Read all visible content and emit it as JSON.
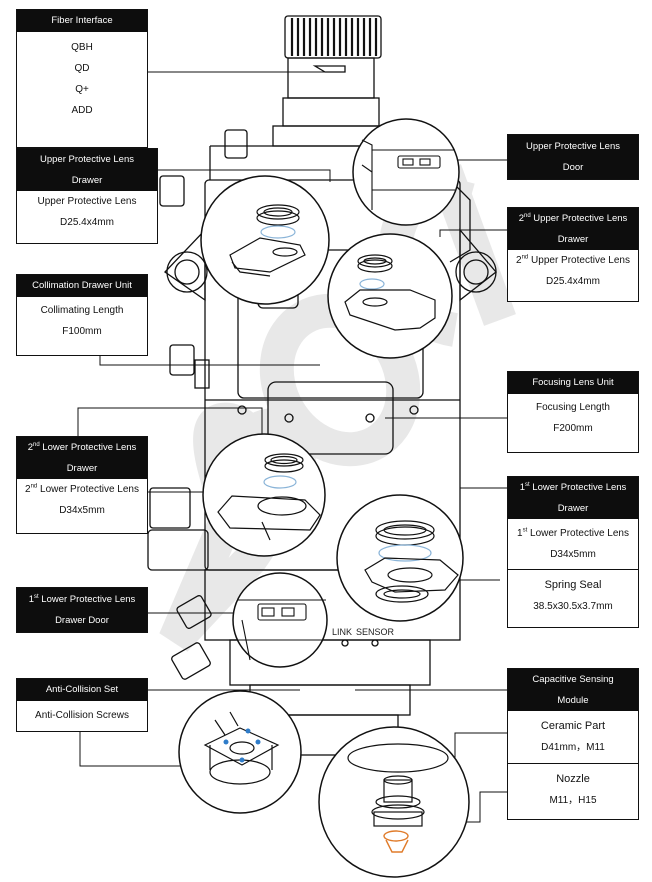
{
  "callouts": {
    "fiber_interface": {
      "title": "Fiber Interface",
      "items": [
        "QBH",
        "QD",
        "Q+",
        "ADD"
      ]
    },
    "upper_protective_lens_drawer": {
      "title_line1": "Upper Protective Lens",
      "title_line2": "Drawer",
      "lens_name": "Upper Protective Lens",
      "spec": "D25.4x4mm"
    },
    "upper_protective_lens_door": {
      "title_line1": "Upper Protective Lens",
      "title_line2": "Door"
    },
    "second_upper_protective_lens_drawer": {
      "ordinal_num": "2",
      "ordinal_suffix": "nd",
      "title_line1": " Upper Protective Lens",
      "title_line2": "Drawer",
      "lens_name": " Upper Protective Lens",
      "spec": "D25.4x4mm"
    },
    "collimation_drawer_unit": {
      "title": "Collimation Drawer Unit",
      "label": "Collimating Length",
      "value": "F100mm"
    },
    "focusing_lens_unit": {
      "title": "Focusing Lens Unit",
      "label": "Focusing Length",
      "value": "F200mm"
    },
    "second_lower_protective_lens_drawer": {
      "ordinal_num": "2",
      "ordinal_suffix": "nd",
      "title_line1": " Lower Protective Lens",
      "title_line2": "Drawer",
      "lens_name": " Lower Protective Lens",
      "spec": "D34x5mm"
    },
    "first_lower_protective_lens_drawer": {
      "ordinal_num": "1",
      "ordinal_suffix": "st",
      "title_line1": " Lower Protective Lens",
      "title_line2": "Drawer",
      "lens_name": " Lower Protective Lens",
      "spec": "D34x5mm",
      "seal_name": "Spring Seal",
      "seal_spec": "38.5x30.5x3.7mm"
    },
    "first_lower_protective_lens_drawer_door": {
      "ordinal_num": "1",
      "ordinal_suffix": "st",
      "title_line1": " Lower Protective Lens",
      "title_line2": "Drawer Door"
    },
    "anti_collision_set": {
      "title": "Anti-Collision Set",
      "item": "Anti-Collision Screws"
    },
    "capacitive_sensing_module": {
      "title_line1": "Capacitive Sensing",
      "title_line2": "Module",
      "ceramic_name": "Ceramic Part",
      "ceramic_spec": "D41mm，M11",
      "nozzle_name": "Nozzle",
      "nozzle_spec": "M11，H15"
    }
  },
  "panel_marks": {
    "left": "LINK",
    "right": "SENSOR"
  },
  "watermark": "BOCI"
}
